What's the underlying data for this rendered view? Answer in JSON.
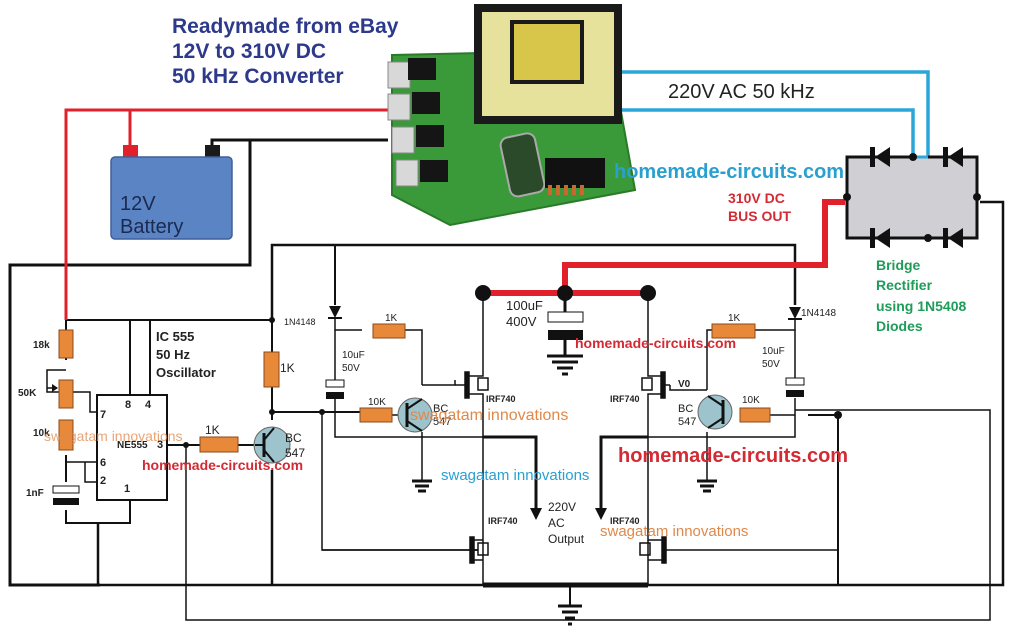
{
  "header": {
    "title_lines": [
      "Readymade from eBay",
      "12V to 310V DC",
      "50 kHz Converter"
    ]
  },
  "battery": {
    "line1": "12V",
    "line2": "Battery"
  },
  "transformer_output_label": "220V AC 50 kHz",
  "watermarks": {
    "blue_top": "homemade-circuits.com",
    "red_mid": "homemade-circuits.com",
    "red_left": "homemade-circuits.com",
    "red_right_large": "homemade-circuits.com",
    "orange_left": "swagatam innovations",
    "orange_mid": "swagatam innovations",
    "blue_mid": "swagatam innovations",
    "orange_bottom": "swagatam innovations"
  },
  "dc_bus": {
    "line1": "310V DC",
    "line2": "BUS OUT"
  },
  "bridge": {
    "lines": [
      "Bridge",
      "Rectifier",
      "using 1N5408",
      "Diodes"
    ]
  },
  "oscillator": {
    "lines": [
      "IC 555",
      "50 Hz",
      "Oscillator"
    ],
    "chip_label": "NE555",
    "pins": {
      "p7": "7",
      "p8": "8",
      "p4": "4",
      "p6": "6",
      "p2": "2",
      "p3": "3",
      "p1": "1"
    }
  },
  "components": {
    "r18k": "18k",
    "pot50k": "50K",
    "r10k": "10k",
    "c1nf": "1nF",
    "r1k_base": "1K",
    "r1k_collector": "1K",
    "q_main": [
      "BC",
      "547"
    ],
    "d_left": "1N4148",
    "d_right": "1N4148",
    "r1k_left": "1K",
    "r1k_right": "1K",
    "c_left": [
      "10uF",
      "50V"
    ],
    "c_right": [
      "10uF",
      "50V"
    ],
    "r10k_left": "10K",
    "r10k_right": "10K",
    "q_left": [
      "BC",
      "547"
    ],
    "q_right": [
      "BC",
      "547"
    ],
    "mosfet_tl": "IRF740",
    "mosfet_tr": "IRF740",
    "mosfet_bl": "IRF740",
    "mosfet_br": "IRF740",
    "v0": "V0",
    "cbus": [
      "100uF",
      "400V"
    ]
  },
  "output": {
    "lines": [
      "220V",
      "AC",
      "Output"
    ]
  },
  "colors": {
    "title_blue": "#2d3a8c",
    "wire_red": "#e0202a",
    "wire_blue": "#2aa6d9",
    "resistor": "#e8893a",
    "transistor": "#9dc3cc",
    "battery": "#5b84c4",
    "bridge_fill": "#d0d0d4",
    "green_label": "#1f9b5a",
    "wm_red": "#d42a34",
    "wm_orange": "#e0884a",
    "wm_blue": "#2aa0d0"
  }
}
